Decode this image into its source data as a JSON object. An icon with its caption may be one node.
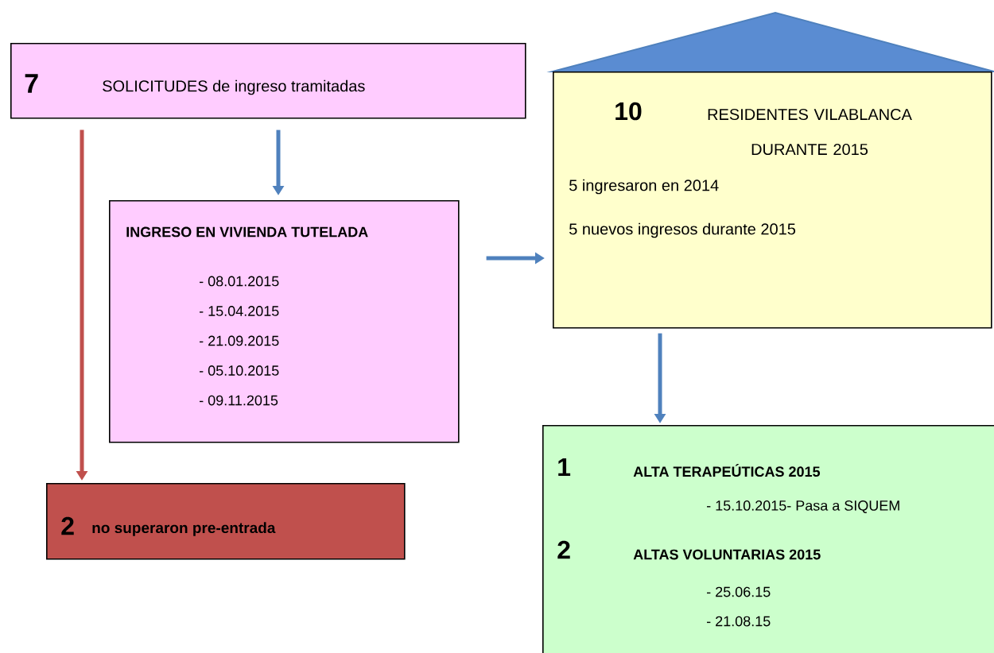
{
  "diagram": {
    "nodes": [
      {
        "text": [
          "7",
          "SOLICITUDES de ingreso tramitadas"
        ]
      },
      {
        "text": [
          "INGRESO EN VIVIENDA TUTELADA",
          "- 08.01.2015",
          "- 15.04.2015",
          "- 21.09.2015",
          "- 05.10.2015",
          "- 09.11.2015"
        ]
      },
      {
        "text": [
          "2",
          "no superaron pre-entrada"
        ]
      },
      {
        "text": [
          "10",
          "RESIDENTES VILABLANCA DURANTE 2015",
          "5  ingresaron en 2014",
          "5 nuevos ingresos durante 2015"
        ]
      },
      {
        "text": [
          "1",
          "ALTA TERAPEÚTICAS 2015",
          "- 15.10.2015- Pasa a SIQUEM",
          "2",
          "ALTAS VOLUNTARIAS 2015",
          "- 25.06.15",
          "- 21.08.15"
        ]
      }
    ],
    "edges": [
      {
        "from": 0,
        "to": 2,
        "arrow": "to",
        "color": "#c0504d"
      },
      {
        "from": 0,
        "to": 1,
        "arrow": "to"
      },
      {
        "from": 1,
        "to": 3,
        "arrow": "to"
      },
      {
        "from": 3,
        "to": 4,
        "arrow": "to"
      }
    ]
  }
}
